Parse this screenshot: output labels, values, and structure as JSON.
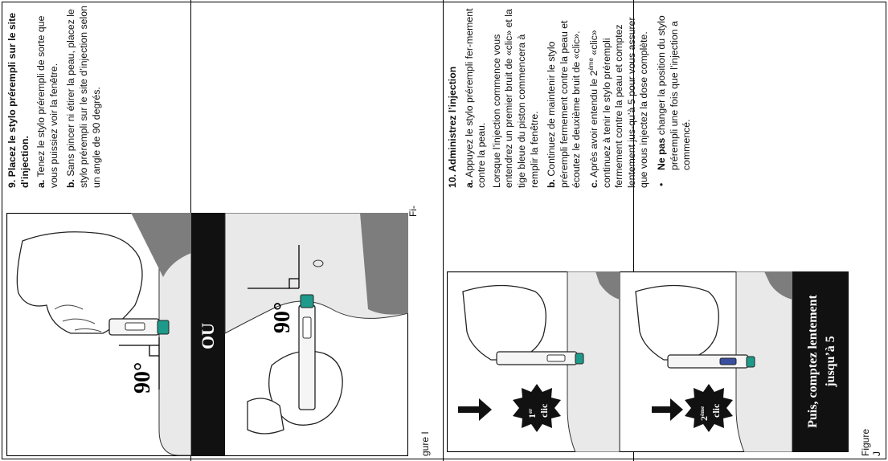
{
  "step9": {
    "title": "9. Placez le stylo prérempli sur le site d’injection.",
    "a_label": "a.",
    "a_text": "Tenez le stylo prérempli de sorte que vous puissiez voir la fenêtre.",
    "b_label": "b.",
    "b_text": "Sans pincer ni étirer la peau, placez le stylo prérempli sur le site d’injection selon un angle de 90 degrés."
  },
  "step10": {
    "title": "10. Administrez l’injection",
    "a_label": "a.",
    "a_text": "Appuyez le stylo prérempli fer-mement contre la peau.",
    "a_text2": "Lorsque l’injection commence vous entendrez un premier bruit de «clic» et la tige bleue du piston commencera à remplir la fenêtre.",
    "b_label": "b.",
    "b_text": "Continuez de maintenir le stylo prérempli fermement contre la peau et écoutez le deuxième bruit de «clic».",
    "c_label": "c.",
    "c_text_pre": "Après avoir entendu le 2",
    "c_sup": "ème",
    "c_text_post": " «clic» continuez à tenir le stylo prérempli fermement contre la peau et comptez lentement jus-qu’à 5 pour vous assurer que vous injectez la dose complète.",
    "bullet_bold": "Ne pas",
    "bullet_text": " changer la position du stylo prérempli une fois que l’injection a commencé."
  },
  "figure_i": {
    "caption_top": "Fi-",
    "caption_bottom": "gure I",
    "angle_label": "90°",
    "or_label": "OU"
  },
  "figure_j": {
    "caption": "Figure J",
    "first_click_num": "1",
    "first_click_sup": "er",
    "first_click_word": "clic",
    "second_click_num": "2",
    "second_click_sup": "ème",
    "second_click_word": "clic",
    "banner_line1": "Puis, comptez lentement",
    "banner_line2": "jusqu’à 5"
  },
  "colors": {
    "teal": "#1d9a8a",
    "skin": "#e9e9e9",
    "shadow": "#7d7d7d",
    "ink": "#111111"
  }
}
